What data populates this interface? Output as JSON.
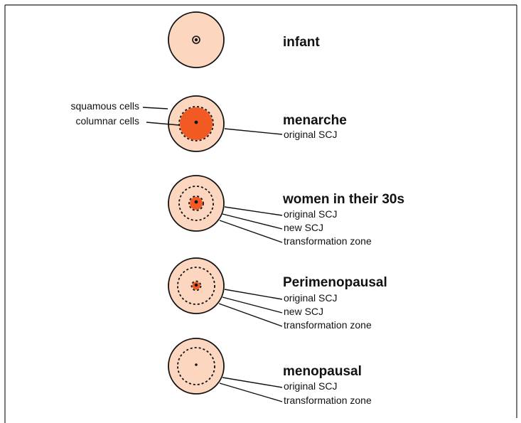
{
  "colors": {
    "squamous": "#fdd6bf",
    "columnar": "#f25a23",
    "ink": "#111111"
  },
  "annotations": {
    "squamous_cells": "squamous cells",
    "columnar_cells": "columnar cells"
  },
  "stages": [
    {
      "title": "infant",
      "labels": []
    },
    {
      "title": "menarche",
      "labels": [
        "original SCJ"
      ]
    },
    {
      "title": "women in their 30s",
      "labels": [
        "original SCJ",
        "new SCJ",
        "transformation zone"
      ]
    },
    {
      "title": "Perimenopausal",
      "labels": [
        "original SCJ",
        "new SCJ",
        "transformation zone"
      ]
    },
    {
      "title": "menopausal",
      "labels": [
        "original SCJ",
        "transformation zone"
      ]
    }
  ]
}
